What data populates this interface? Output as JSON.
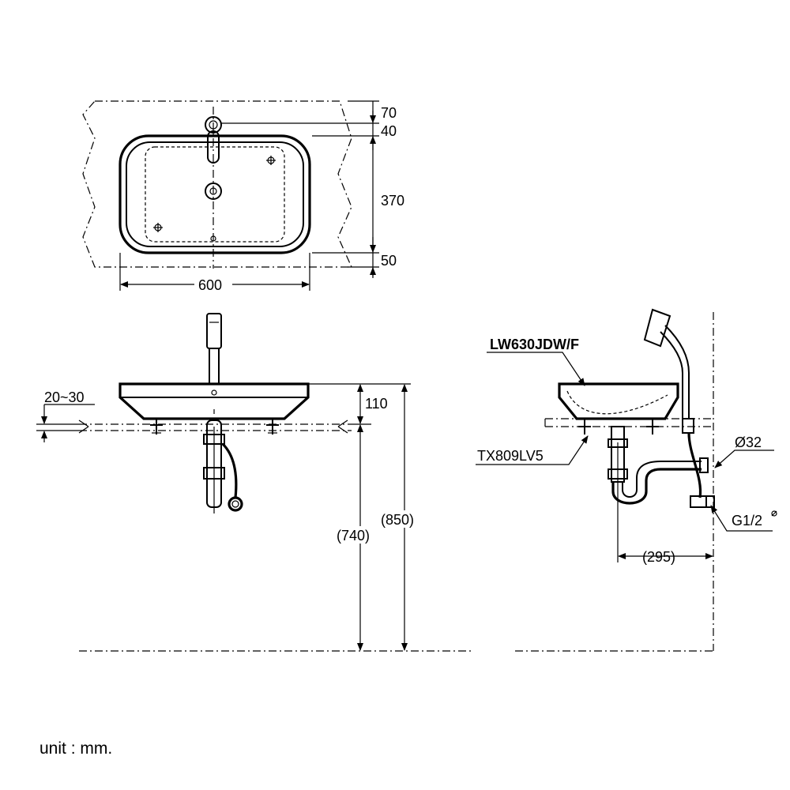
{
  "dimensions": {
    "top_view": {
      "d70": "70",
      "d40": "40",
      "d370": "370",
      "d50": "50",
      "d600": "600"
    },
    "front_view": {
      "d20_30": "20~30",
      "d110": "110",
      "d740": "(740)",
      "d850": "(850)"
    },
    "side_view": {
      "model_basin": "LW630JDW/F",
      "model_faucet": "TX809LV5",
      "d32": "Ø32",
      "g12": "G1/2",
      "d295": "(295)"
    }
  },
  "unit_label": "unit : mm."
}
